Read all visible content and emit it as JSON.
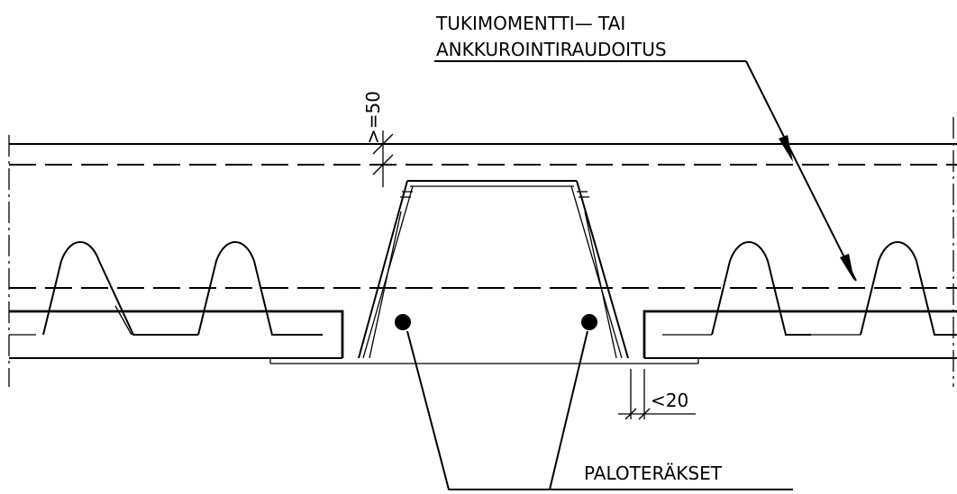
{
  "labels": {
    "reinforcement_line1": "TUKIMOMENTTI—  TAI",
    "reinforcement_line2": "ANKKUROINTIRAUDOITUS",
    "cover_dimension": ">=50",
    "gap_dimension": "<20",
    "fire_bars": "PALOTERÄKSET"
  }
}
